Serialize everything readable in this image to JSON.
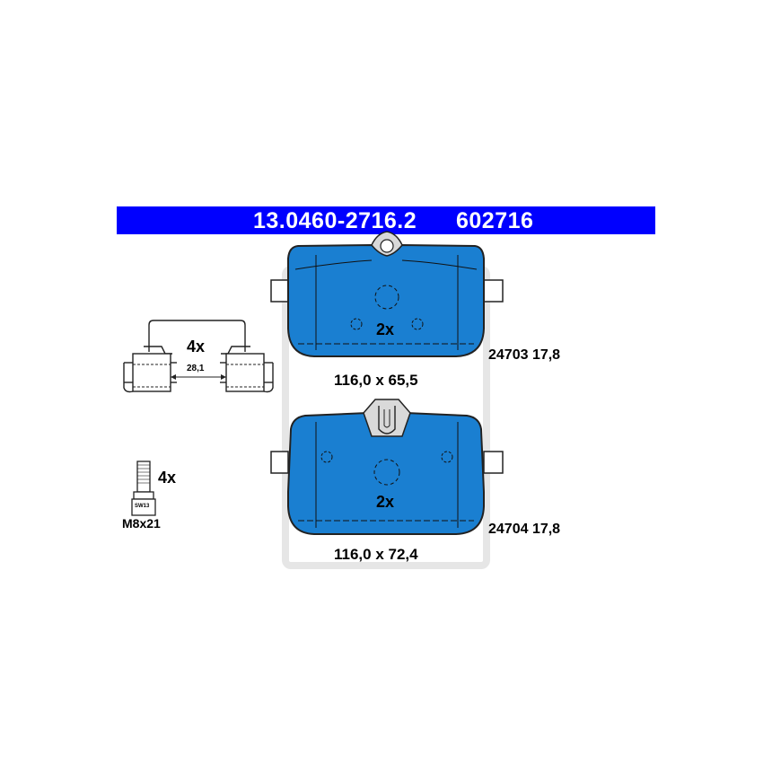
{
  "header": {
    "part_number": "13.0460-2716.2",
    "short_number": "602716"
  },
  "colors": {
    "banner": "#0000ff",
    "pad_fill": "#1a7fd1",
    "outline": "#222222",
    "watermark": "#e6e6e6"
  },
  "upper_pad": {
    "quantity": "2x",
    "dimensions": "116,0 x 65,5",
    "ref": "24703 17,8"
  },
  "lower_pad": {
    "quantity": "2x",
    "dimensions": "116,0 x 72,4",
    "ref": "24704 17,8"
  },
  "spring_clip": {
    "quantity": "4x",
    "spacing": "28,1"
  },
  "bolt": {
    "quantity": "4x",
    "size": "M8x21",
    "wrench": "SW13"
  }
}
